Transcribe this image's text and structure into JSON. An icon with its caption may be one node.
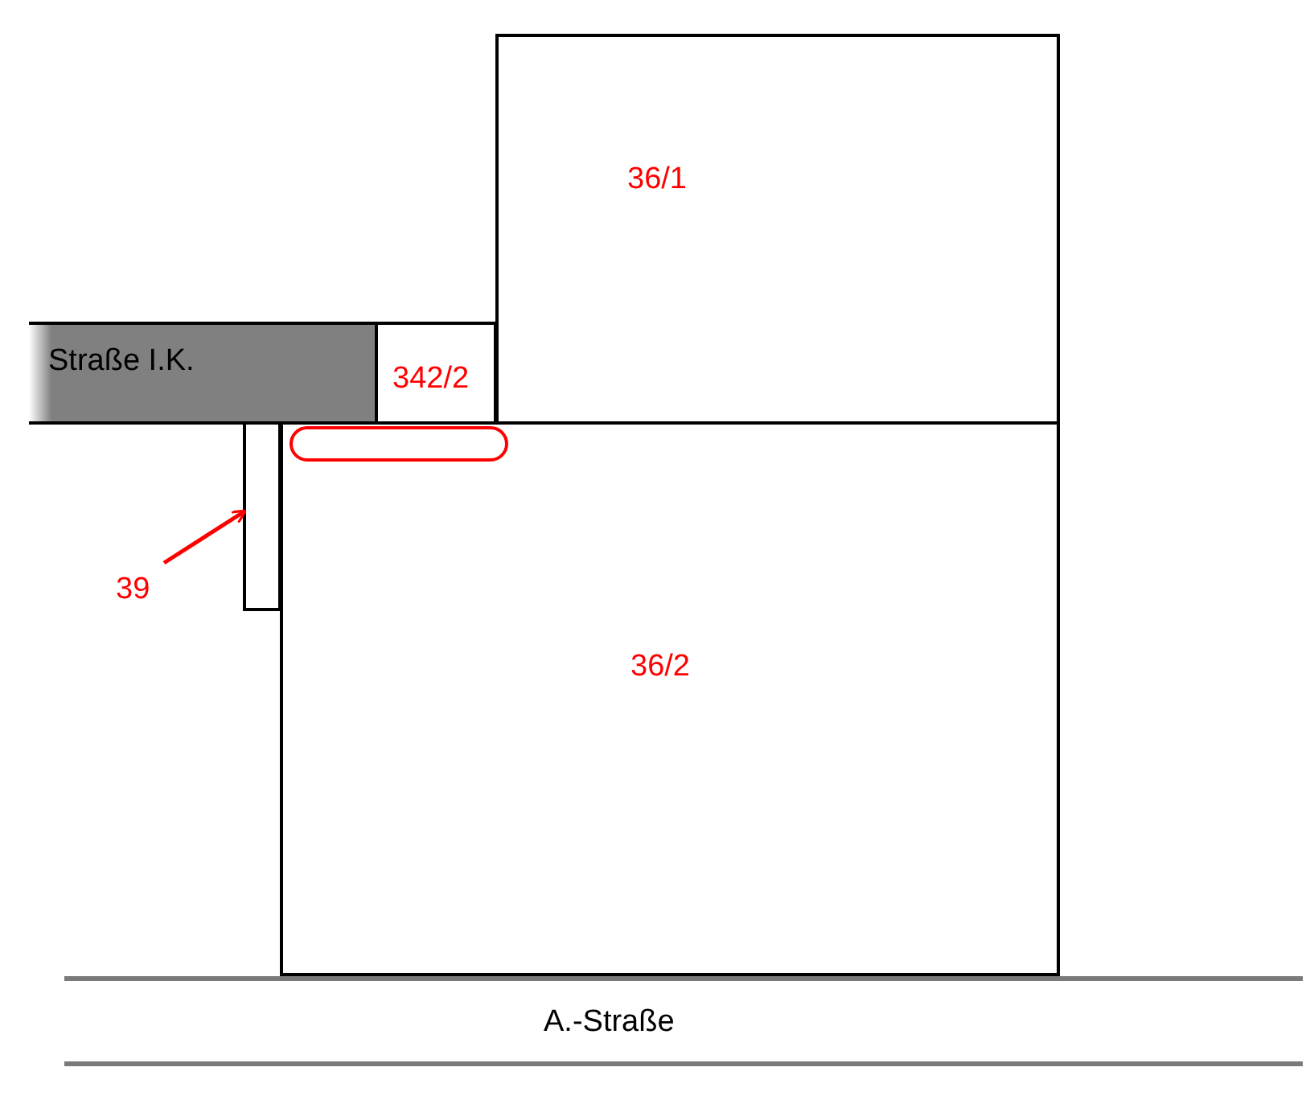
{
  "diagram": {
    "nodes": [
      {
        "text": [
          "36/1"
        ]
      },
      {
        "text": [
          "Straße I.K."
        ]
      },
      {
        "text": [
          "342/2"
        ]
      },
      {
        "text": [],
        "shape": "box"
      },
      {
        "text": [],
        "shape": "oval",
        "in": 5
      },
      {
        "text": [
          "36/2"
        ]
      },
      {
        "text": [
          "39"
        ]
      },
      {
        "text": [
          "A.-Straße"
        ]
      }
    ],
    "edges": [
      {
        "from": 6,
        "to": 3,
        "arrow": "to",
        "color": "#ff0000"
      }
    ]
  }
}
